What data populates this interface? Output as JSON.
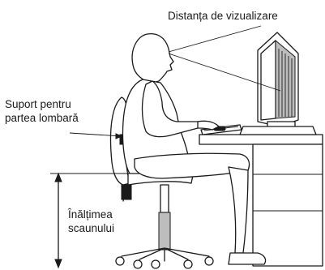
{
  "labels": {
    "viewing_distance": "Distanța de vizualizare",
    "lumbar_support_line1": "Suport pentru",
    "lumbar_support_line2": "partea lombară",
    "seat_height_line1": "Înălțimea",
    "seat_height_line2": "scaunului"
  },
  "colors": {
    "ink": "#1a1a1a",
    "paper": "#ffffff",
    "shade": "#bdbdbd"
  }
}
